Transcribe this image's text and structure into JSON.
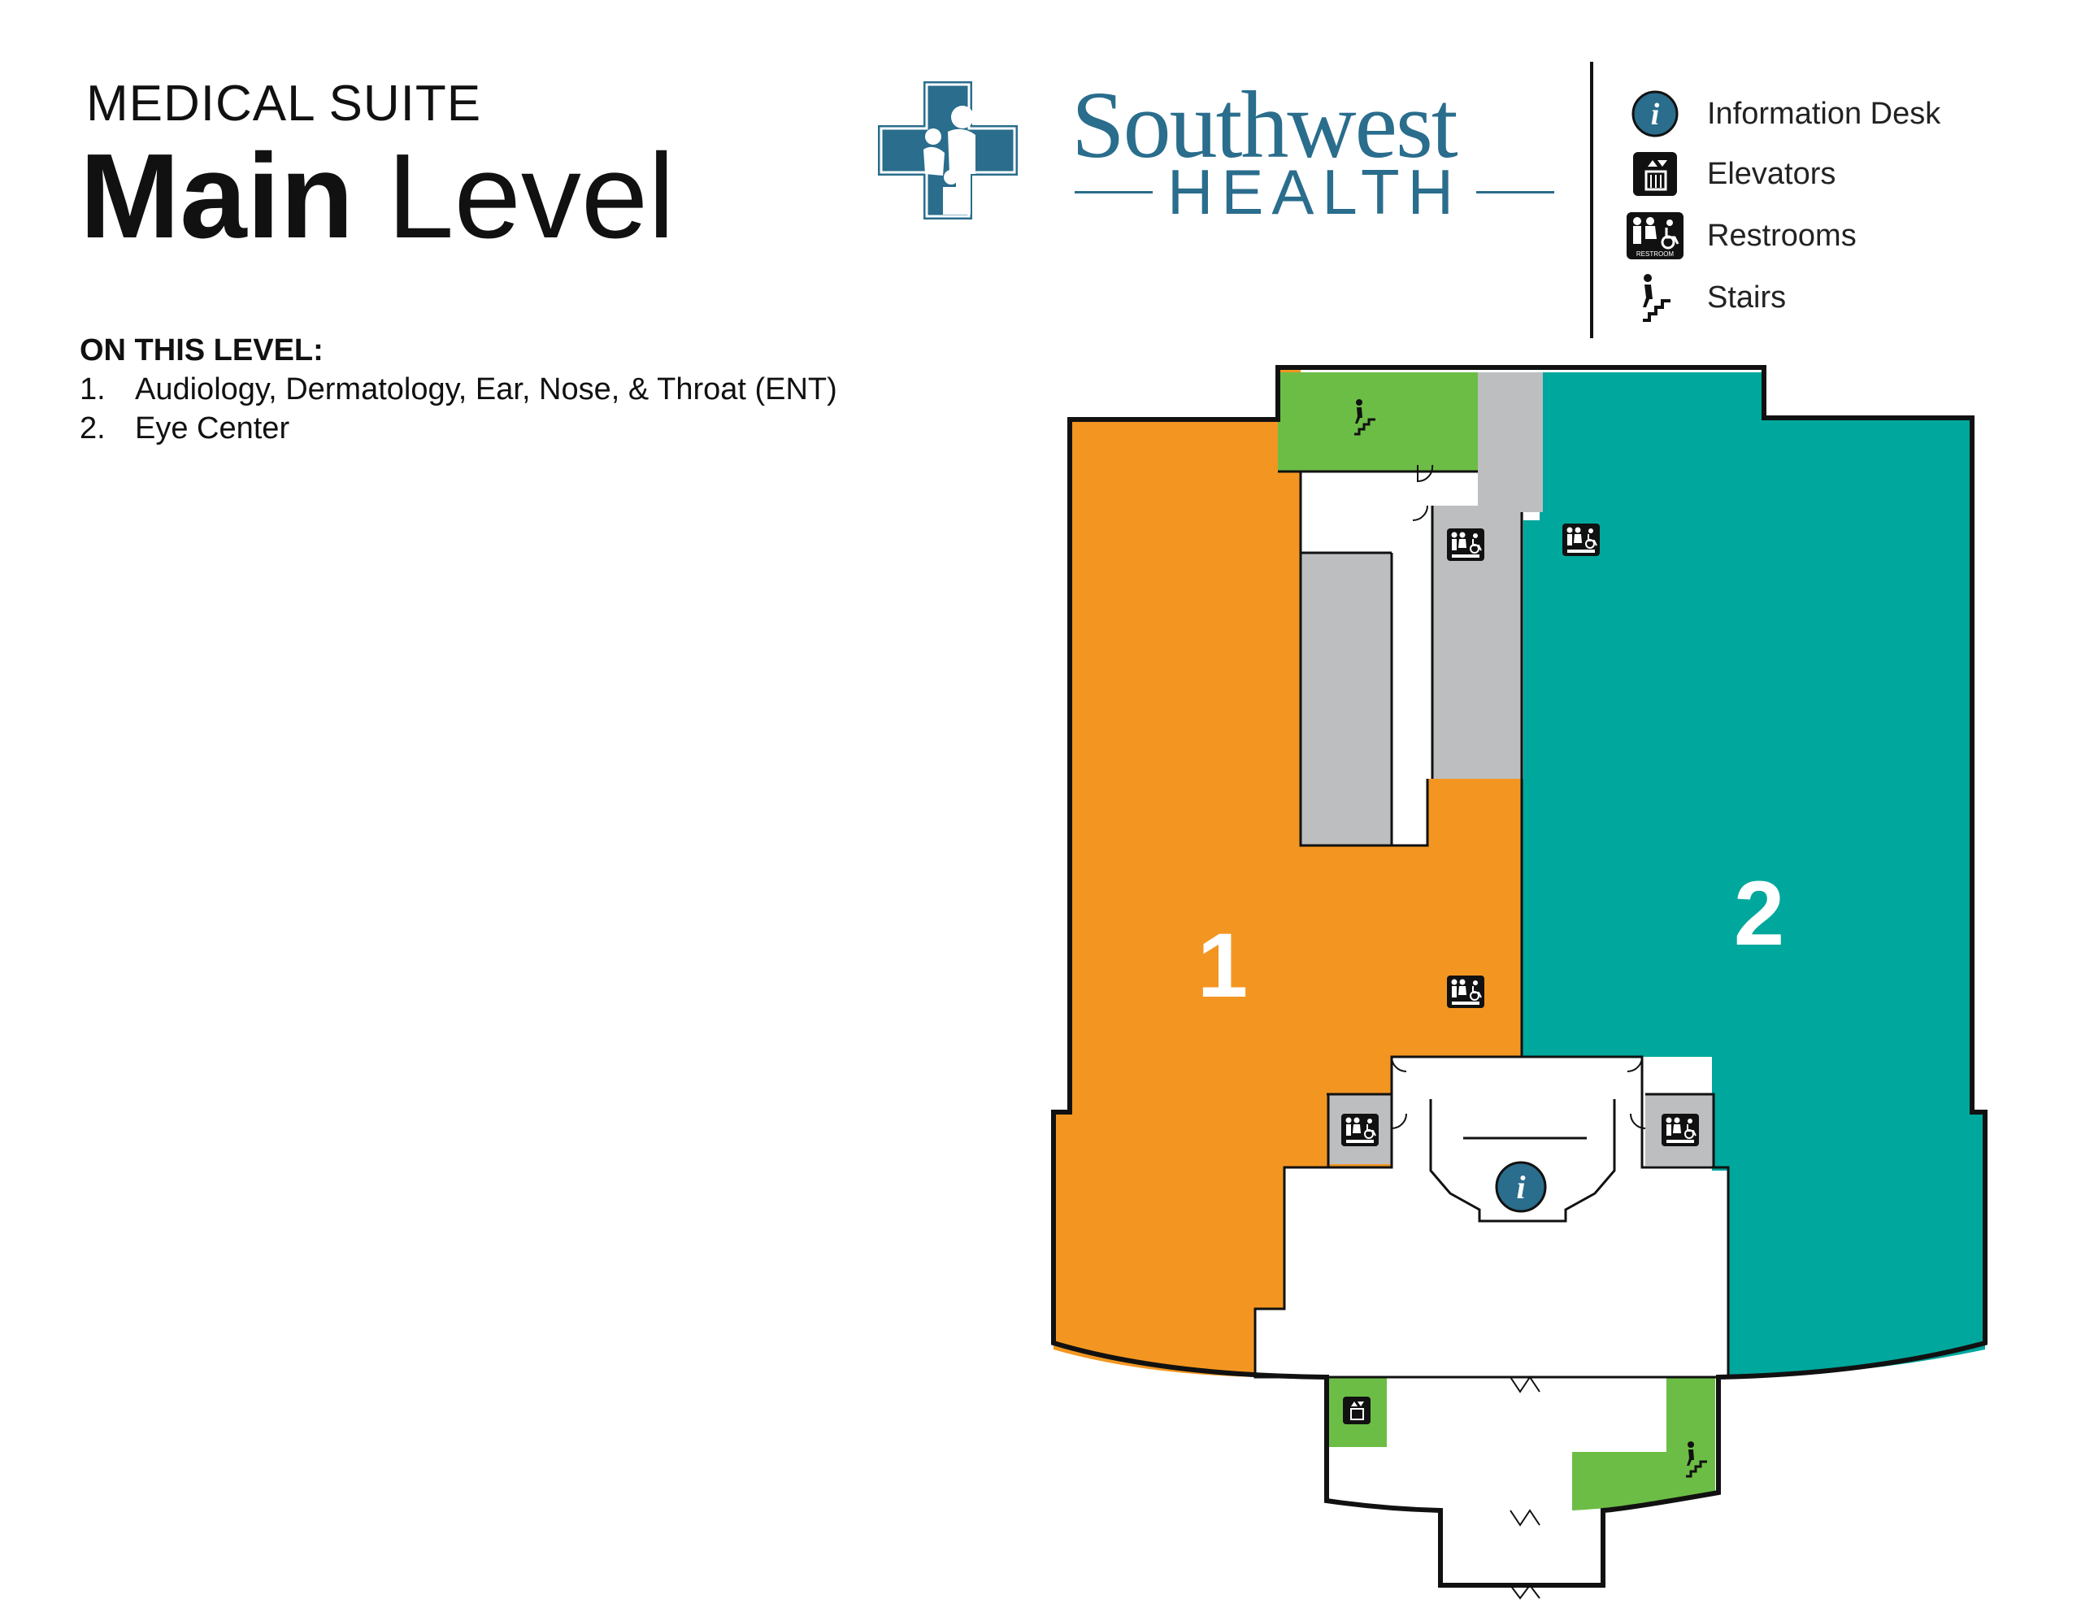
{
  "header": {
    "suite_label": "MEDICAL SUITE",
    "level_bold": "Main",
    "level_light": "Level"
  },
  "on_this_level": {
    "heading": "ON THIS LEVEL:",
    "items": [
      {
        "number": "1.",
        "label": "Audiology, Dermatology, Ear, Nose, & Throat (ENT)"
      },
      {
        "number": "2.",
        "label": "Eye Center"
      }
    ]
  },
  "brand": {
    "name": "Southwest",
    "subtitle": "HEALTH",
    "color": "#2a6d8c"
  },
  "legend": [
    {
      "icon": "information-desk-icon",
      "label": "Information Desk"
    },
    {
      "icon": "elevator-icon",
      "label": "Elevators"
    },
    {
      "icon": "restroom-icon",
      "label": "Restrooms"
    },
    {
      "icon": "stairs-icon",
      "label": "Stairs"
    }
  ],
  "map": {
    "zones": [
      {
        "number": "1",
        "name": "Audiology, Dermatology, Ear, Nose, & Throat (ENT)",
        "color": "#f39621"
      },
      {
        "number": "2",
        "name": "Eye Center",
        "color": "#00a79d"
      }
    ],
    "stairs_color": "#6cbd45",
    "service_color": "#bcbec0",
    "restroom_sign_text": "RESTROOM"
  }
}
